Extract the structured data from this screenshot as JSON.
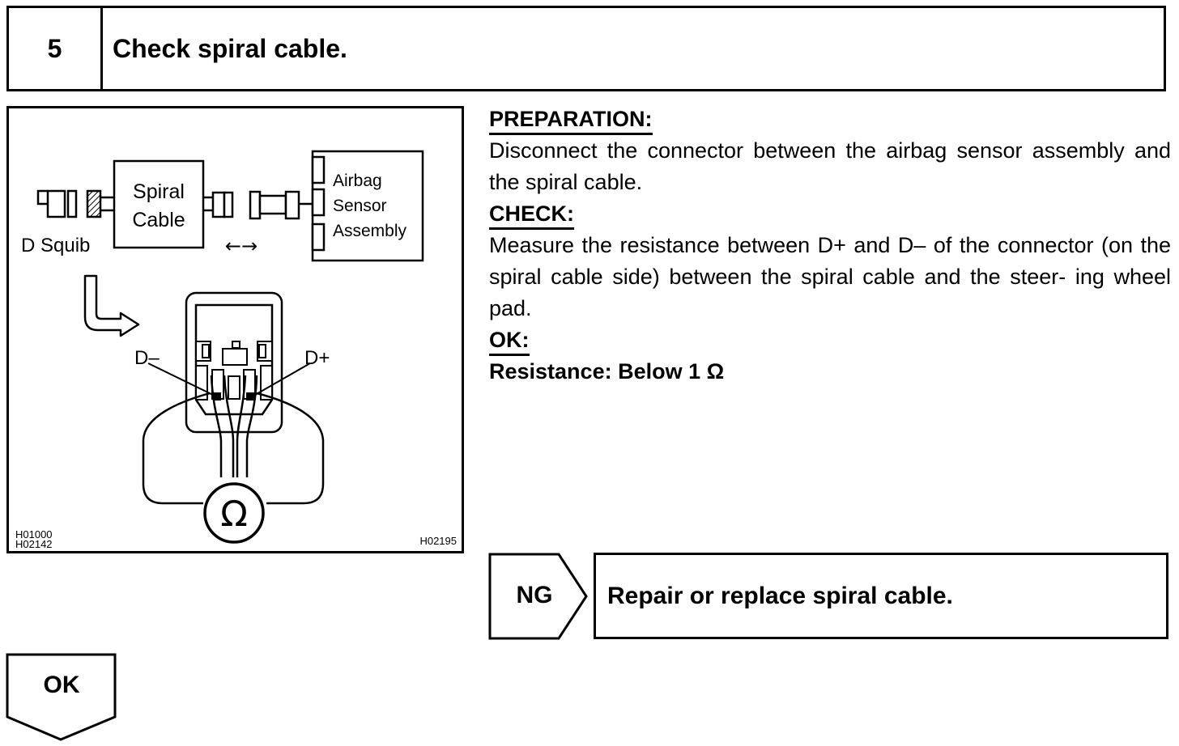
{
  "step": {
    "number": "5",
    "title": "Check spiral cable."
  },
  "figure": {
    "spiral_cable_line1": "Spiral",
    "spiral_cable_line2": "Cable",
    "airbag_line1": "Airbag",
    "airbag_line2": "Sensor",
    "airbag_line3": "Assembly",
    "d_squib": "D Squib",
    "arrows": "←→",
    "d_minus": "D–",
    "d_plus": "D+",
    "ohm_symbol": "Ω",
    "code_left_1": "H01000",
    "code_left_2": "H02142",
    "code_right": "H02195"
  },
  "instructions": {
    "preparation_heading": "PREPARATION:",
    "preparation_text": "Disconnect the connector between the airbag sensor assembly and the spiral cable.",
    "check_heading": "CHECK:",
    "check_text": "Measure the resistance between D+ and D– of the connector (on the spiral cable side) between the spiral cable and the steer- ing wheel pad.",
    "ok_heading": "OK:",
    "ok_spec": "Resistance: Below 1 Ω"
  },
  "result_ng": {
    "label": "NG",
    "action": "Repair or replace spiral cable."
  },
  "result_ok": {
    "label": "OK"
  }
}
